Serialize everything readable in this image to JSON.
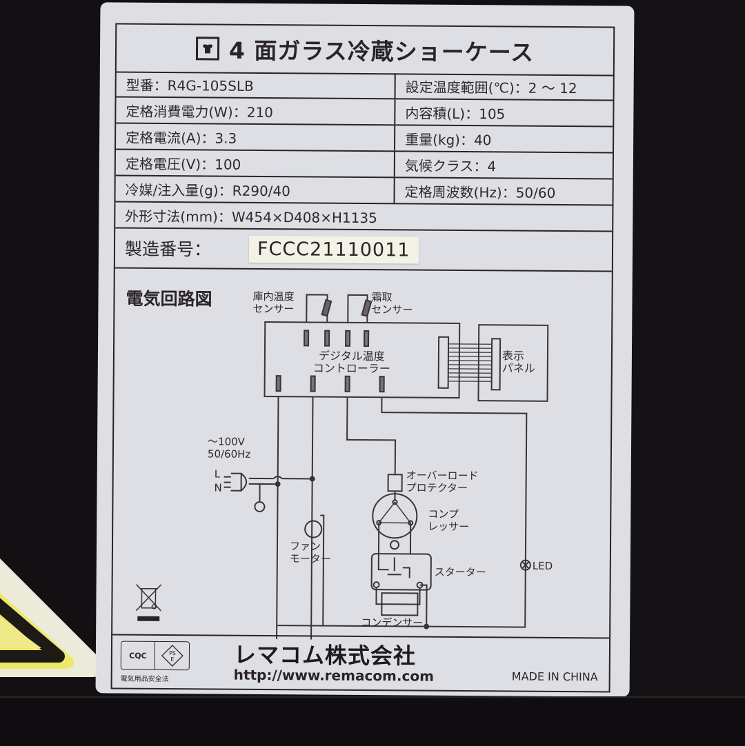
{
  "title": {
    "icon": "refrigerator-mark-icon",
    "text": "4 面ガラス冷蔵ショーケース"
  },
  "specs": [
    {
      "left": "型番：R4G-105SLB",
      "right": "設定温度範囲(℃)：2 ～ 12"
    },
    {
      "left": "定格消費電力(W)：210",
      "right": "内容積(L)：105"
    },
    {
      "left": "定格電流(A)：3.3",
      "right": "重量(kg)：40"
    },
    {
      "left": "定格電圧(V)：100",
      "right": "気候クラス：4"
    },
    {
      "left": "冷媒/注入量(g)：R290/40",
      "right": "定格周波数(Hz)：50/60"
    }
  ],
  "dimensions": "外形寸法(mm)：W454×D408×H1135",
  "serial": {
    "label": "製造番号：",
    "value": "FCCC21110011"
  },
  "circuit": {
    "title": "電気回路図",
    "labels": {
      "internal_temp_sensor_1": "庫内温度",
      "internal_temp_sensor_2": "センサー",
      "defrost_sensor_1": "霜取",
      "defrost_sensor_2": "センサー",
      "controller_1": "デジタル温度",
      "controller_2": "コントローラー",
      "display_1": "表示",
      "display_2": "パネル",
      "power_1": "～100V",
      "power_2": "50/60Hz",
      "live": "L",
      "neutral": "N",
      "overload_1": "オーバーロード",
      "overload_2": "プロテクター",
      "compressor_1": "コンプ",
      "compressor_2": "レッサー",
      "fan_1": "ファン",
      "fan_2": "モーター",
      "led": "LED",
      "starter": "スターター",
      "condenser": "コンデンサー"
    }
  },
  "footer": {
    "cert_ccc": "CQC",
    "cert_pse": "PSE",
    "cert_law": "電気用品安全法",
    "company": "レマコム株式会社",
    "url": "http://www.remacom.com",
    "made_in": "MADE IN CHINA"
  },
  "colors": {
    "label_bg": "#dedfe4",
    "ink": "#2b2225",
    "background": "#121013",
    "warning_yellow": "#efe98a",
    "serial_sticker": "#f4f1e6"
  }
}
